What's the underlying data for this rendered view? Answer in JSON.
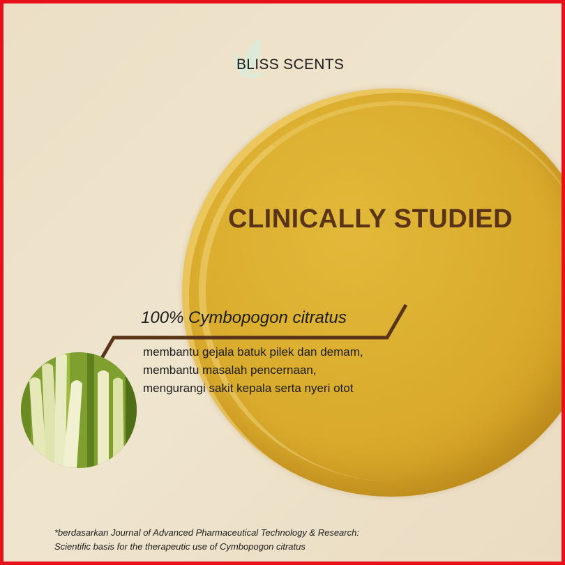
{
  "brand": {
    "name": "BLISS SCENTS",
    "logo_icon": "leaf-icon",
    "accent": "#5a3418"
  },
  "headline": "CLINICALLY STUDIED",
  "ingredient": {
    "name": "100% Cymbopogon citratus",
    "benefits": [
      "membantu gejala batuk pilek dan demam,",
      "membantu masalah pencernaan,",
      "mengurangi sakit kepala serta nyeri otot"
    ]
  },
  "footnote": [
    "*berdasarkan Journal of Advanced Pharmaceutical Technology & Research:",
    "Scientific basis for the therapeutic use of Cymbopogon citratus"
  ]
}
